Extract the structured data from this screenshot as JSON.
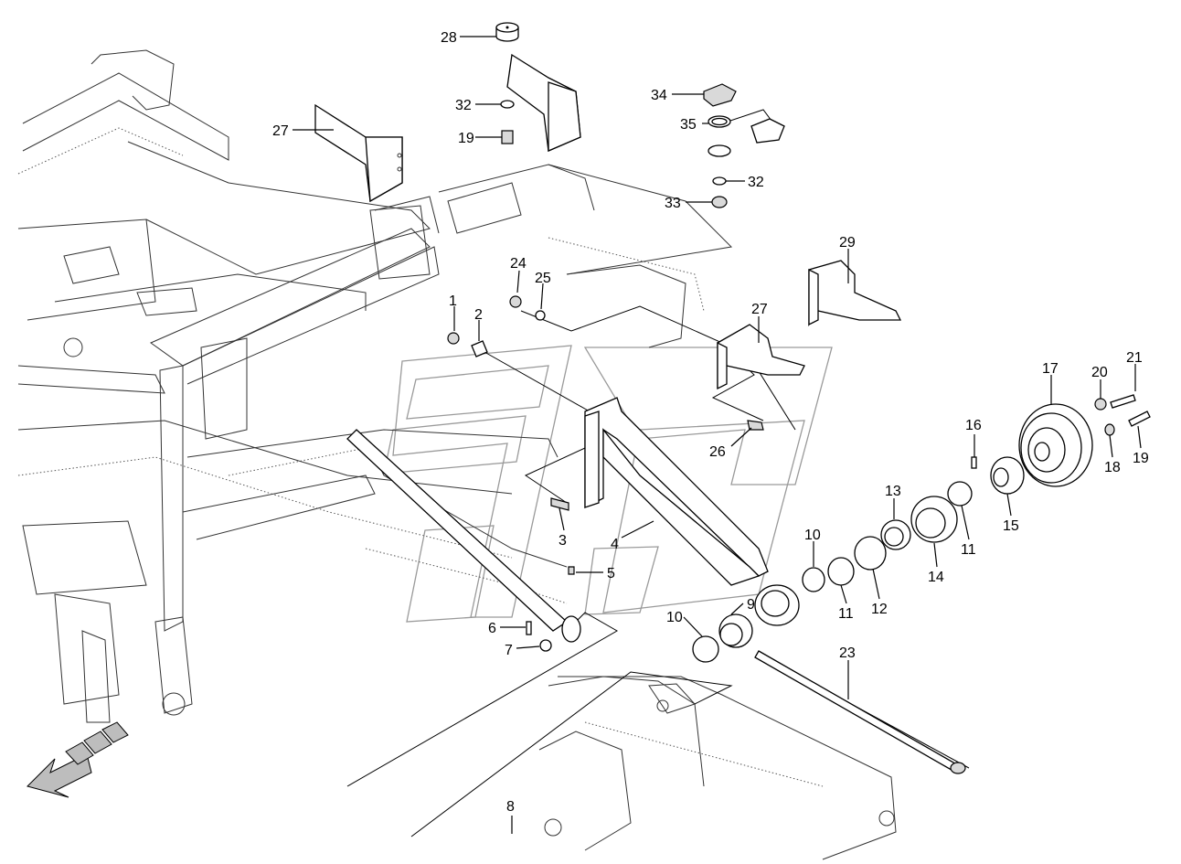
{
  "diagram": {
    "type": "exploded-parts-view",
    "callouts": [
      {
        "id": "c1",
        "label": "1"
      },
      {
        "id": "c2",
        "label": "2"
      },
      {
        "id": "c3",
        "label": "3"
      },
      {
        "id": "c4",
        "label": "4"
      },
      {
        "id": "c5",
        "label": "5"
      },
      {
        "id": "c6",
        "label": "6"
      },
      {
        "id": "c7",
        "label": "7"
      },
      {
        "id": "c8",
        "label": "8"
      },
      {
        "id": "c9",
        "label": "9"
      },
      {
        "id": "c10a",
        "label": "10"
      },
      {
        "id": "c10b",
        "label": "10"
      },
      {
        "id": "c11a",
        "label": "11"
      },
      {
        "id": "c11b",
        "label": "11"
      },
      {
        "id": "c12",
        "label": "12"
      },
      {
        "id": "c13",
        "label": "13"
      },
      {
        "id": "c14",
        "label": "14"
      },
      {
        "id": "c15",
        "label": "15"
      },
      {
        "id": "c16",
        "label": "16"
      },
      {
        "id": "c17",
        "label": "17"
      },
      {
        "id": "c18",
        "label": "18"
      },
      {
        "id": "c19a",
        "label": "19"
      },
      {
        "id": "c19b",
        "label": "19"
      },
      {
        "id": "c20",
        "label": "20"
      },
      {
        "id": "c21",
        "label": "21"
      },
      {
        "id": "c23",
        "label": "23"
      },
      {
        "id": "c24",
        "label": "24"
      },
      {
        "id": "c25",
        "label": "25"
      },
      {
        "id": "c26",
        "label": "26"
      },
      {
        "id": "c27a",
        "label": "27"
      },
      {
        "id": "c27b",
        "label": "27"
      },
      {
        "id": "c28",
        "label": "28"
      },
      {
        "id": "c29",
        "label": "29"
      },
      {
        "id": "c32a",
        "label": "32"
      },
      {
        "id": "c32b",
        "label": "32"
      },
      {
        "id": "c33",
        "label": "33"
      },
      {
        "id": "c34",
        "label": "34"
      },
      {
        "id": "c35",
        "label": "35"
      }
    ],
    "direction_arrow_icon": "travel-direction-arrow-icon",
    "line_color": "#000000",
    "background_color": "#ffffff",
    "watermark_color": "#9a9a9a"
  }
}
